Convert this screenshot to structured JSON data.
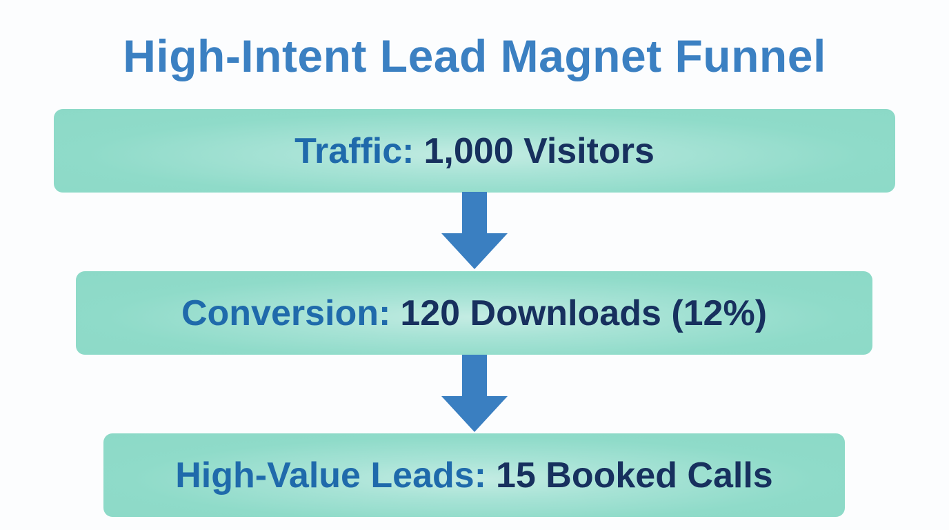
{
  "title": "High-Intent Lead Magnet Funnel",
  "colors": {
    "title": "#3b80c2",
    "label": "#1f6aab",
    "value": "#17305e",
    "box_fill": "#8cd9c7",
    "arrow": "#3a7fc1",
    "background": "#fcfdfe"
  },
  "stages": [
    {
      "label": "Traffic:",
      "value": "1,000 Visitors"
    },
    {
      "label": "Conversion:",
      "value": "120 Downloads (12%)"
    },
    {
      "label": "High-Value Leads:",
      "value": "15 Booked Calls"
    }
  ],
  "arrows": [
    {
      "icon": "down-arrow-icon"
    },
    {
      "icon": "down-arrow-icon"
    }
  ]
}
